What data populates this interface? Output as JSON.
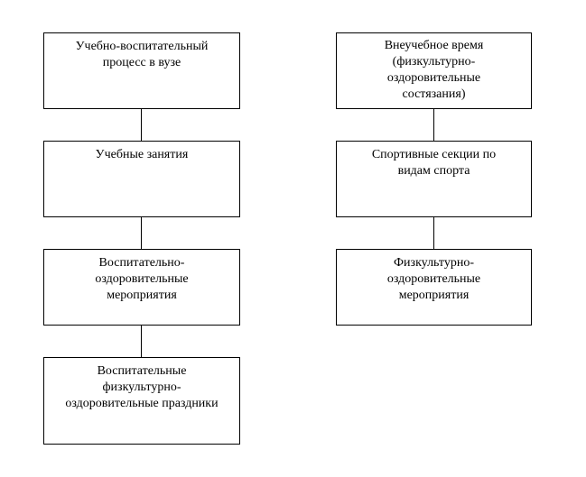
{
  "left_column": {
    "box1": "Учебно-воспитательный\nпроцесс  в вузе",
    "box2": "Учебные занятия",
    "box3": "Воспитательно-\nоздоровительные\nмероприятия",
    "box4": "Воспитательные\nфизкультурно-\nоздоровительные праздники"
  },
  "right_column": {
    "box1": "Внеучебное время\n(физкультурно-\nоздоровительные\nсостязания)",
    "box2": "Спортивные секции по\nвидам спорта",
    "box3": "Физкультурно-\nоздоровительные\nмероприятия"
  }
}
